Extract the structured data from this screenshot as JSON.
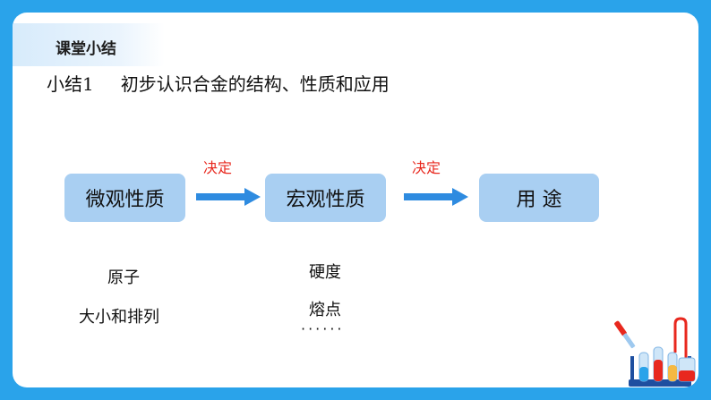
{
  "header": {
    "title": "课堂小结"
  },
  "summary": {
    "number": "小结1",
    "text": "初步认识合金的结构、性质和应用"
  },
  "flow": {
    "box1": "微观性质",
    "box2": "宏观性质",
    "box3": "用 途",
    "arrow1_label": "决定",
    "arrow2_label": "决定"
  },
  "notes": {
    "micro_line1": "原子",
    "micro_line2": "大小和排列",
    "macro_line1": "硬度",
    "macro_line2": "熔点",
    "macro_more": "······"
  },
  "colors": {
    "background": "#2aa3ea",
    "box_fill": "#a9cff2",
    "arrow": "#2e8be0",
    "label": "#e8281e"
  }
}
